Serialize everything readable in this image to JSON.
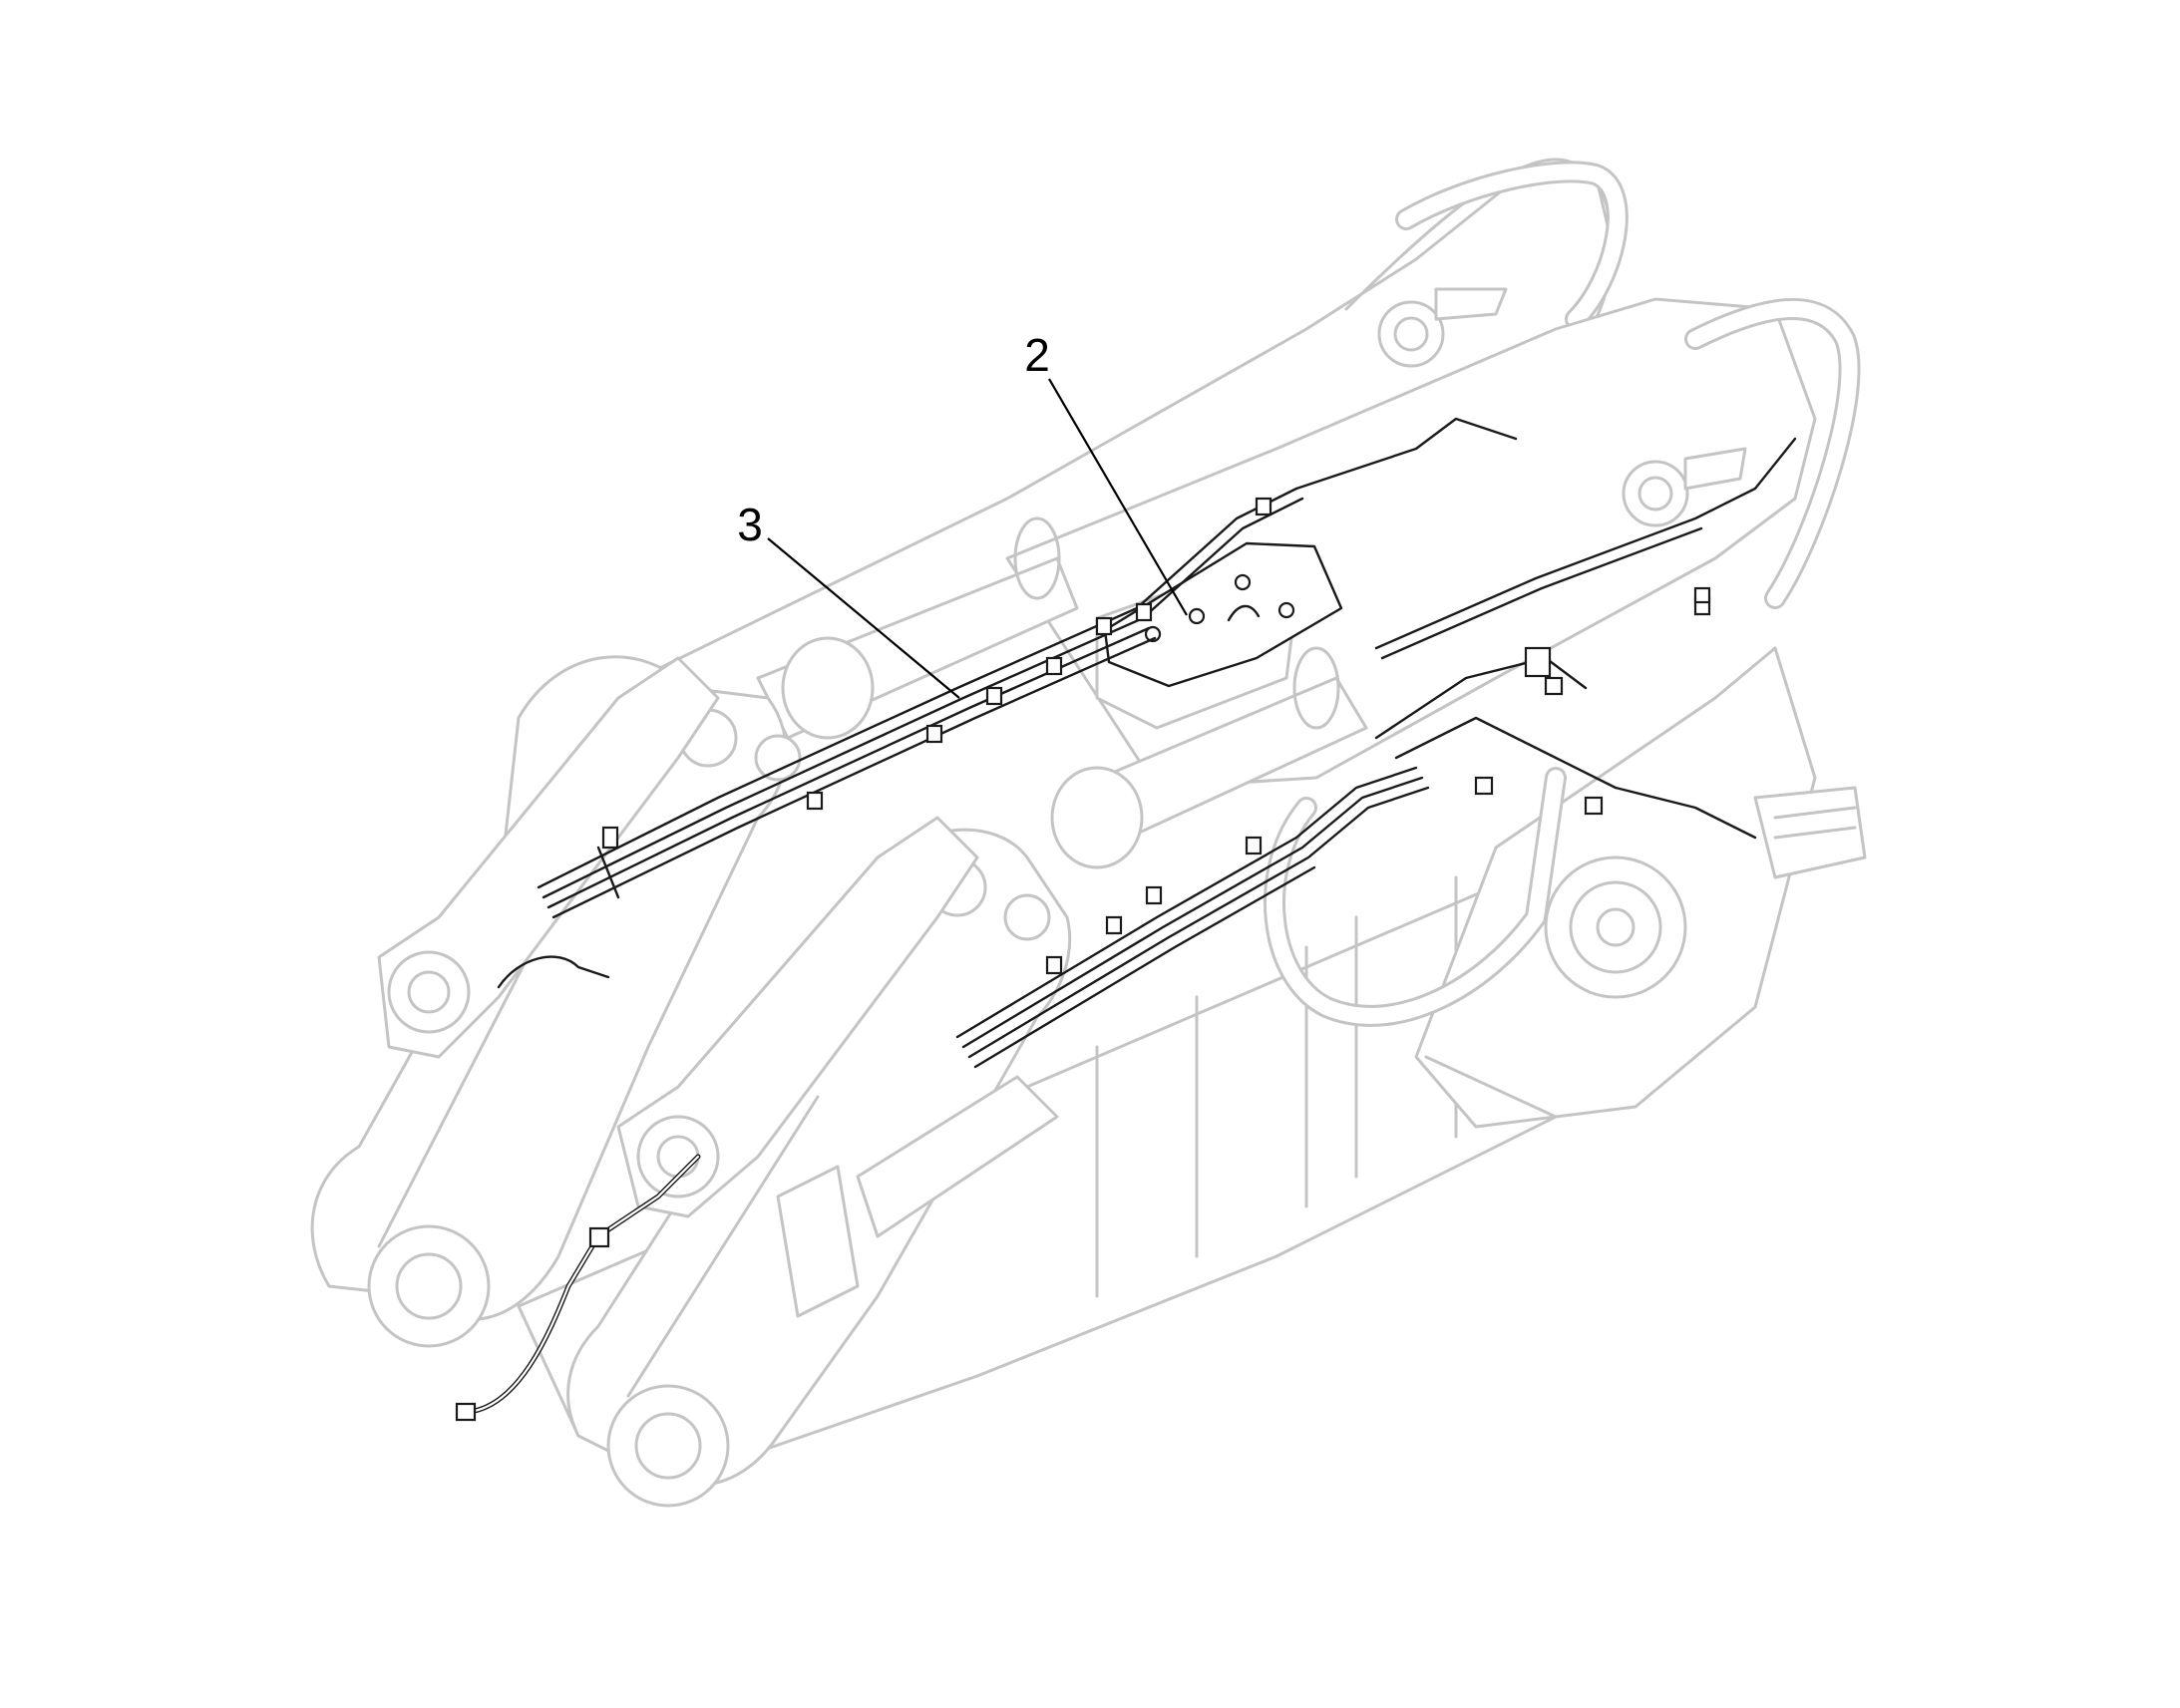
{
  "figure": {
    "callouts": [
      {
        "id": "callout-2",
        "label": "2"
      },
      {
        "id": "callout-3",
        "label": "3"
      }
    ],
    "colors": {
      "background": "#ffffff",
      "ghosted_structure": "#c4c4c4",
      "highlighted_parts": "#1a1a1a",
      "callout_text": "#000000"
    }
  }
}
